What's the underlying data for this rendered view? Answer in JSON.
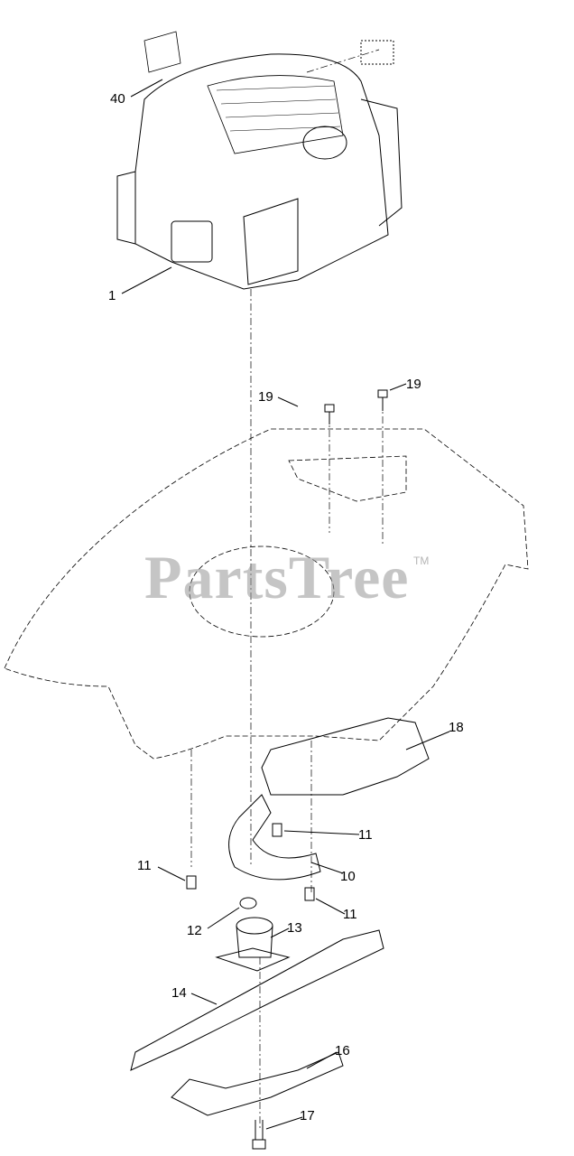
{
  "watermark": {
    "text": "PartsTree",
    "trademark": "TM"
  },
  "callouts": [
    {
      "id": "40"
    },
    {
      "id": "1"
    },
    {
      "id": "19"
    },
    {
      "id": "19"
    },
    {
      "id": "18"
    },
    {
      "id": "11"
    },
    {
      "id": "11"
    },
    {
      "id": "10"
    },
    {
      "id": "11"
    },
    {
      "id": "12"
    },
    {
      "id": "13"
    },
    {
      "id": "14"
    },
    {
      "id": "16"
    },
    {
      "id": "17"
    }
  ]
}
